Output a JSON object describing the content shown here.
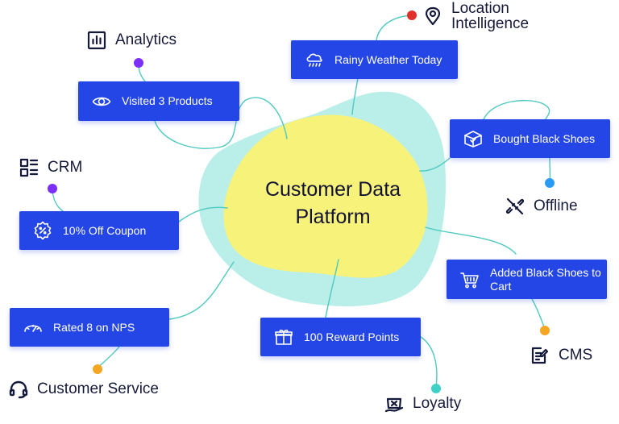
{
  "center": {
    "title": "Customer Data Platform"
  },
  "colors": {
    "card": "#2446e6",
    "blob_teal": "#b9efe8",
    "blob_yellow": "#f7f27a",
    "line": "#4ec9c0",
    "dot_purple": "#7b2ff7",
    "dot_orange": "#f5a623",
    "dot_red": "#e0302a",
    "dot_blue": "#2b9af3",
    "dot_teal": "#3fd1c6"
  },
  "cards": {
    "rainy": {
      "label": "Rainy Weather Today",
      "icon": "cloud-rain-icon"
    },
    "visited": {
      "label": "Visited 3 Products",
      "icon": "eye-icon"
    },
    "bought": {
      "label": "Bought Black Shoes",
      "icon": "box-icon"
    },
    "coupon": {
      "label": "10% Off Coupon",
      "icon": "discount-badge-icon"
    },
    "cart": {
      "label": "Added Black Shoes to Cart",
      "icon": "shopping-cart-icon"
    },
    "nps": {
      "label": "Rated 8 on NPS",
      "icon": "gauge-icon"
    },
    "reward": {
      "label": "100 Reward Points",
      "icon": "gift-icon"
    }
  },
  "labels": {
    "location": {
      "line1": "Location",
      "line2": "Intelligence",
      "icon": "location-pin-icon"
    },
    "analytics": {
      "text": "Analytics",
      "icon": "bar-chart-icon"
    },
    "crm": {
      "text": "CRM",
      "icon": "crm-grid-icon"
    },
    "offline": {
      "text": "Offline",
      "icon": "offline-link-icon"
    },
    "cms": {
      "text": "CMS",
      "icon": "cms-document-icon"
    },
    "customer_service": {
      "text": "Customer Service",
      "icon": "headset-icon"
    },
    "loyalty": {
      "text": "Loyalty",
      "icon": "loyalty-bag-icon"
    }
  }
}
